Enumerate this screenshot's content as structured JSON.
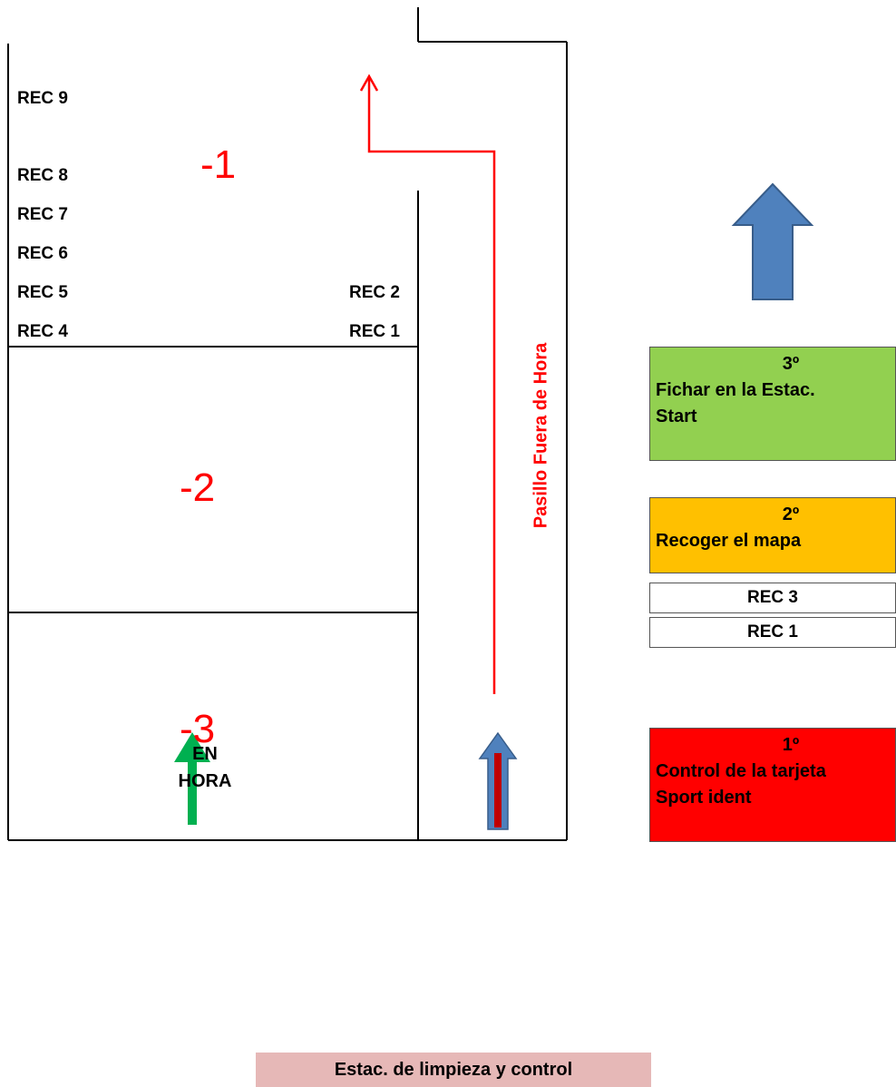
{
  "rec_labels": {
    "rec9": "REC 9",
    "rec8": "REC 8",
    "rec7": "REC 7",
    "rec6": "REC 6",
    "rec5": "REC 5",
    "rec4": "REC 4",
    "rec2": "REC 2",
    "rec1": "REC 1"
  },
  "zones": {
    "zone1": "-1",
    "zone2": "-2",
    "zone3": "-3"
  },
  "corridor_label": "Pasillo Fuera de Hora",
  "steps": {
    "step3": {
      "number": "3º",
      "text_line1": "Fichar en la Estac.",
      "text_line2": "Start",
      "color": "#92d050"
    },
    "step2": {
      "number": "2º",
      "text": "Recoger el mapa",
      "color": "#ffc000",
      "sub_rows": [
        "REC 3",
        "REC 1"
      ]
    },
    "step1": {
      "number": "1º",
      "text_line1": "Control de la tarjeta",
      "text_line2": "Sport ident",
      "color": "#ff0000"
    }
  },
  "entry_label": {
    "line1": "EN",
    "line2": "HORA"
  },
  "cleaning_station": "Estac. de limpieza y control",
  "colors": {
    "route_red": "#ff0000",
    "arrow_blue": "#4f81bd",
    "arrow_green": "#00b050",
    "walls": "#000000"
  }
}
